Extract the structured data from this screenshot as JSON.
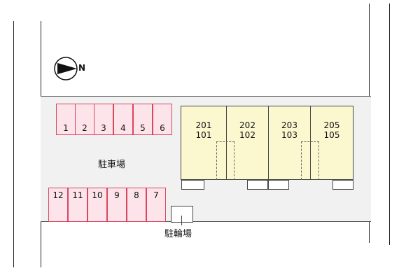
{
  "compass": {
    "label": "N",
    "icon": "north-arrow-icon"
  },
  "parking": {
    "label": "駐車場",
    "top_row": [
      "1",
      "2",
      "3",
      "4",
      "5",
      "6"
    ],
    "bottom_row": [
      "12",
      "11",
      "10",
      "9",
      "8",
      "7"
    ]
  },
  "bike_parking": {
    "label": "駐輪場"
  },
  "units": [
    {
      "upper": "201",
      "lower": "101"
    },
    {
      "upper": "202",
      "lower": "102"
    },
    {
      "upper": "203",
      "lower": "103"
    },
    {
      "upper": "205",
      "lower": "105"
    }
  ],
  "colors": {
    "parking_fill": "#fde3ea",
    "parking_border": "#d9475f",
    "building_fill": "#fbf7cf",
    "lot_fill": "#f1f1f1"
  }
}
